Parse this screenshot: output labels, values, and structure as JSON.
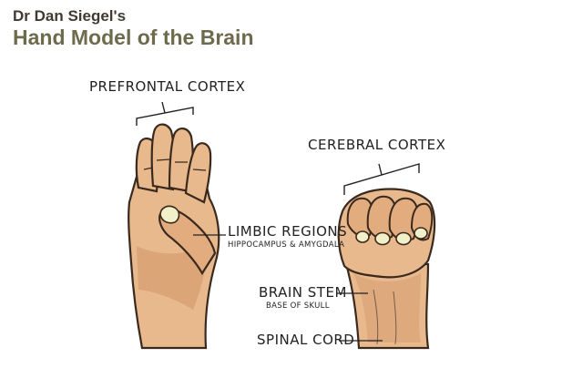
{
  "header": {
    "subtitle": "Dr Dan Siegel's",
    "title": "Hand Model of the Brain"
  },
  "labels": {
    "prefrontal_cortex": "PREFRONTAL CORTEX",
    "cerebral_cortex": "CEREBRAL CORTEX",
    "limbic_regions": "LIMBIC REGIONS",
    "limbic_detail": "HIPPOCAMPUS & AMYGDALA",
    "brain_stem": "BRAIN STEM",
    "brain_stem_detail": "BASE OF SKULL",
    "spinal_cord": "SPINAL CORD"
  },
  "colors": {
    "skin": "#e9b98e",
    "skin_shadow": "#c98d5e",
    "outline": "#3a2a1e",
    "nail": "#f2f0c8",
    "title": "#6e6a4c"
  }
}
